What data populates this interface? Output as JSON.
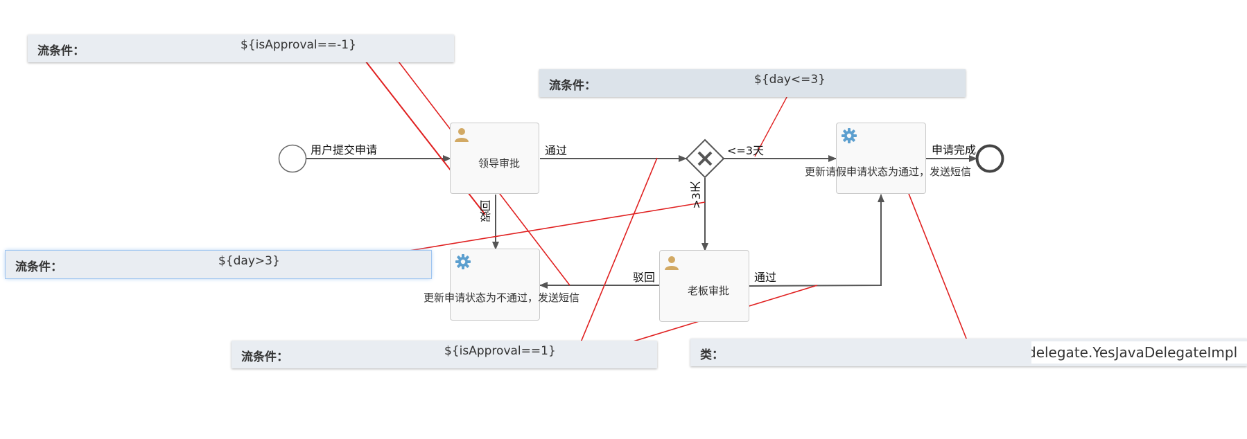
{
  "panels": {
    "reject": {
      "label": "流条件：",
      "value": "${isApproval==-1}"
    },
    "day_le3": {
      "label": "流条件：",
      "value": "${day<=3}"
    },
    "day_gt3": {
      "label": "流条件：",
      "value": "${day>3}"
    },
    "approve": {
      "label": "流条件：",
      "value": "${isApproval==1}"
    },
    "class": {
      "label": "类：",
      "value": "delegate.YesJavaDelegateImpl"
    }
  },
  "tasks": {
    "leader": {
      "label": "领导审批",
      "icon": "user-icon"
    },
    "boss": {
      "label": "老板审批",
      "icon": "user-icon"
    },
    "update_pass": {
      "label": "更新请假申请状态为通过，发送短信",
      "icon": "gear-icon"
    },
    "update_fail": {
      "label": "更新申请状态为不通过，发送短信",
      "icon": "gear-icon"
    }
  },
  "flows": {
    "submit": "用户提交申请",
    "leader_pass": "通过",
    "leader_reject": "驳回",
    "le3": "<=3天",
    "gt3": ">3天",
    "boss_reject": "驳回",
    "boss_pass": "通过",
    "complete": "申请完成"
  },
  "colors": {
    "flow_line": "#555555",
    "annotation": "#e02020",
    "panel_bg": "#e9edf2",
    "task_border": "#c9c9c9",
    "user_icon": "#d2a964",
    "gear_icon": "#5c9fcf"
  }
}
